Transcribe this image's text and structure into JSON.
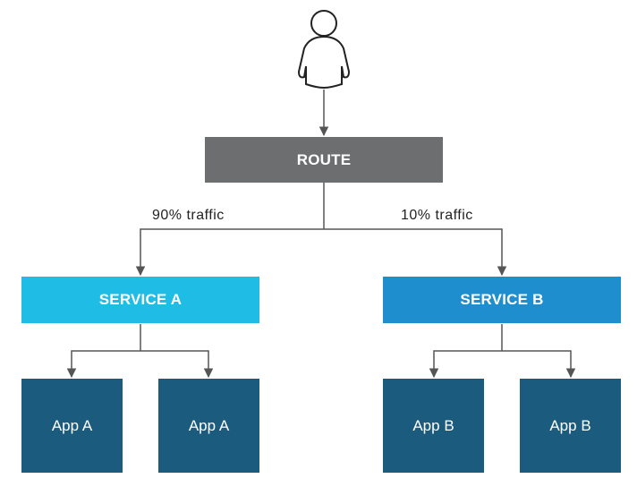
{
  "route": {
    "label": "ROUTE"
  },
  "traffic": {
    "left": "90% traffic",
    "right": "10% traffic"
  },
  "services": [
    {
      "label": "SERVICE A",
      "color": "#1fbde6"
    },
    {
      "label": "SERVICE B",
      "color": "#1e8ecf"
    }
  ],
  "apps": [
    {
      "label": "App A"
    },
    {
      "label": "App A"
    },
    {
      "label": "App B"
    },
    {
      "label": "App B"
    }
  ],
  "colors": {
    "route": "#6d6e70",
    "app": "#1b5b7e",
    "connector": "#555555",
    "user_stroke": "#222222"
  },
  "icons": {
    "user": "user-icon"
  }
}
